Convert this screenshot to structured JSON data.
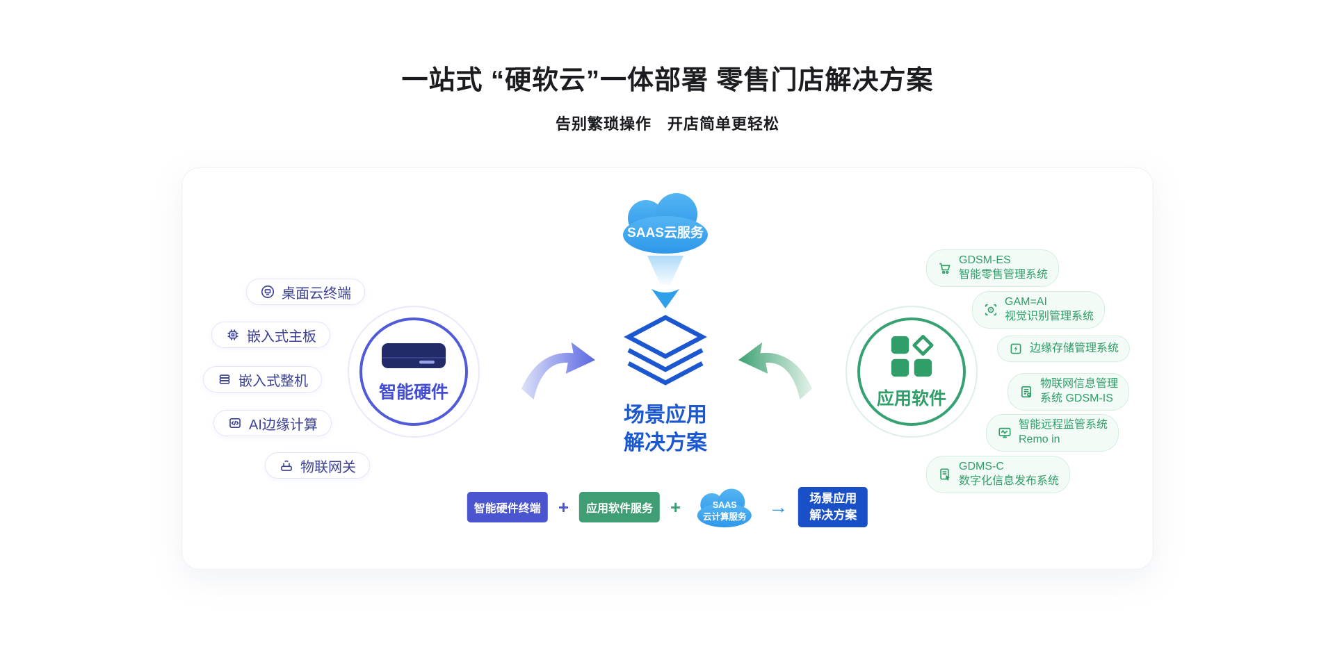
{
  "header": {
    "title": "一站式 “硬软云”一体部署 零售门店解决方案",
    "subtitle": "告别繁琐操作　开店简单更轻松"
  },
  "diagram": {
    "cloud": {
      "label": "SAAS云服务"
    },
    "center": {
      "line1": "场景应用",
      "line2": "解决方案"
    },
    "hardware": {
      "label": "智能硬件",
      "items": [
        {
          "label": "桌面云终端",
          "icon": "desktop-cloud-icon"
        },
        {
          "label": "嵌入式主板",
          "icon": "chip-icon"
        },
        {
          "label": "嵌入式整机",
          "icon": "embedded-machine-icon"
        },
        {
          "label": "AI边缘计算",
          "icon": "ai-edge-icon"
        },
        {
          "label": "物联网关",
          "icon": "iot-gateway-icon"
        }
      ]
    },
    "software": {
      "label": "应用软件",
      "items": [
        {
          "line1": "GDSM-ES",
          "line2": "智能零售管理系统",
          "icon": "cart-icon"
        },
        {
          "line1": "GAM=AI",
          "line2": "视觉识别管理系统",
          "icon": "vision-scan-icon"
        },
        {
          "line1": "边缘存储管理系统",
          "line2": "",
          "icon": "edge-storage-icon"
        },
        {
          "line1": "物联网信息管理",
          "line2": "系统  GDSM-IS",
          "icon": "iot-info-icon"
        },
        {
          "line1": "智能远程监管系统",
          "line2": "Remo in",
          "icon": "remote-monitor-icon"
        },
        {
          "line1": "GDMS-C",
          "line2": "数字化信息发布系统",
          "icon": "publish-icon"
        }
      ]
    },
    "formula": {
      "hardware_label": "智能硬件终端",
      "plus1": "+",
      "software_label": "应用软件服务",
      "plus2": "+",
      "cloud_line1": "SAAS",
      "cloud_line2": "云计算服务",
      "arrow": "→",
      "result_line1": "场景应用",
      "result_line2": "解决方案"
    }
  },
  "colors": {
    "indigo": "#4a52cf",
    "green": "#2f9e68",
    "center_blue": "#1b57cf",
    "cloud_blue": "#3ba4ef",
    "result_blue": "#1950c8"
  }
}
